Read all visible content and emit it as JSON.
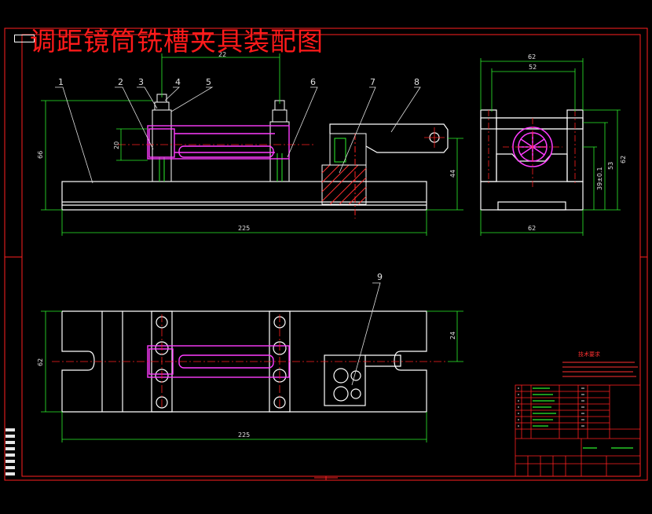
{
  "title": "调距镜筒铣槽夹具装配图",
  "part_numbers": [
    "1",
    "2",
    "3",
    "4",
    "5",
    "6",
    "7",
    "8",
    "9"
  ],
  "dimensions": {
    "top_width_small": "22",
    "height_total": "66",
    "height_clamp": "20",
    "height_base_right": "44",
    "length_total": "225",
    "side_width_62": "62",
    "side_inner_52": "52",
    "side_h_62": "62",
    "side_h_53": "53",
    "side_h_39": "39±0.1",
    "side_bottom_62": "62",
    "plan_width_62": "62",
    "plan_right_24": "24",
    "plan_length_225": "225"
  },
  "notes_title": "技术要求",
  "colors": {
    "background": "#000000",
    "outline": "#ffffff",
    "frame": "#ff2020",
    "dimension": "#2cf02c",
    "leader": "#e0e0e0",
    "part": "#ff3cff",
    "hatch": "#ff3030",
    "center": "#ff2020"
  }
}
